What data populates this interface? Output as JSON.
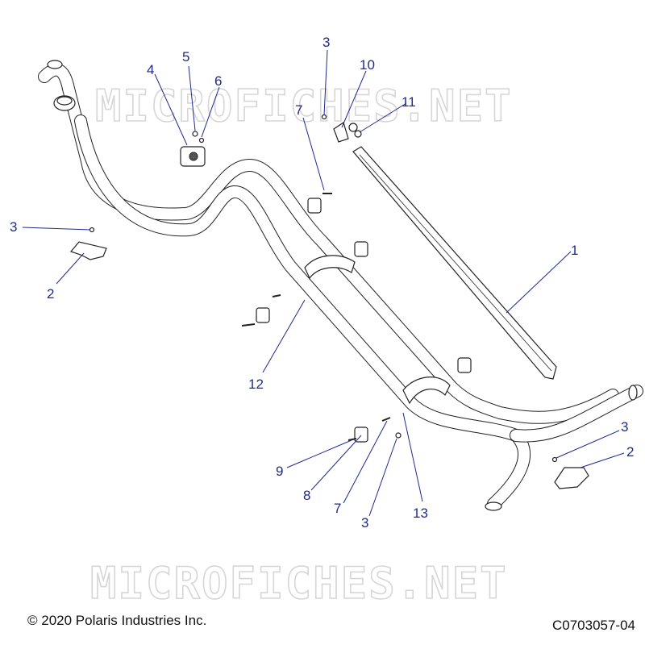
{
  "watermark": "MICROFICHES.NET",
  "callouts": [
    {
      "id": "c1",
      "label": "1"
    },
    {
      "id": "c2a",
      "label": "2"
    },
    {
      "id": "c2b",
      "label": "2"
    },
    {
      "id": "c3a",
      "label": "3"
    },
    {
      "id": "c3b",
      "label": "3"
    },
    {
      "id": "c3c",
      "label": "3"
    },
    {
      "id": "c3d",
      "label": "3"
    },
    {
      "id": "c4",
      "label": "4"
    },
    {
      "id": "c5",
      "label": "5"
    },
    {
      "id": "c6",
      "label": "6"
    },
    {
      "id": "c7a",
      "label": "7"
    },
    {
      "id": "c7b",
      "label": "7"
    },
    {
      "id": "c8",
      "label": "8"
    },
    {
      "id": "c9",
      "label": "9"
    },
    {
      "id": "c10",
      "label": "10"
    },
    {
      "id": "c11",
      "label": "11"
    },
    {
      "id": "c12",
      "label": "12"
    },
    {
      "id": "c13",
      "label": "13"
    }
  ],
  "footer": {
    "copyright": "© 2020 Polaris Industries Inc.",
    "drawing_id": "C0703057-04"
  },
  "colors": {
    "callout": "#1f2a8a",
    "line": "#222222",
    "watermark": "#d6d6d6"
  }
}
